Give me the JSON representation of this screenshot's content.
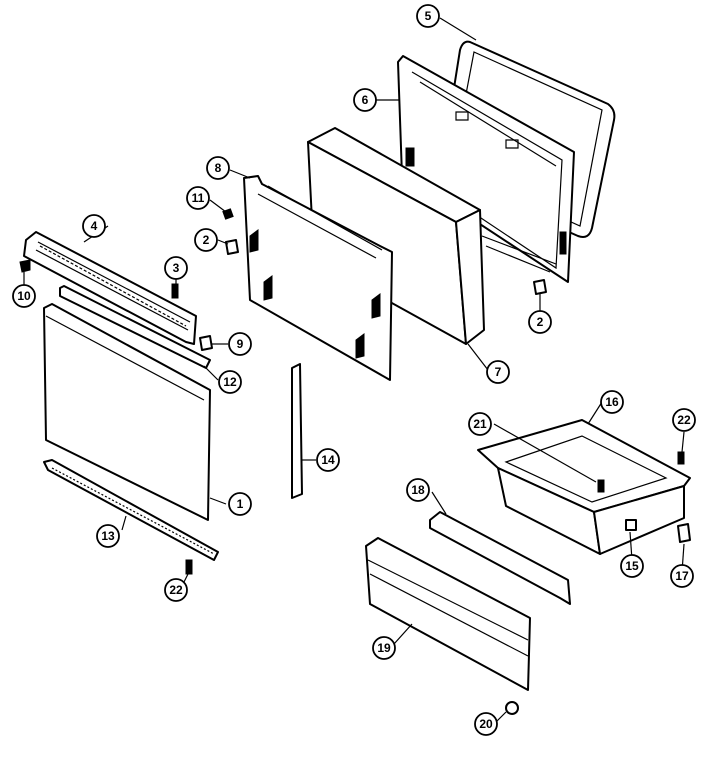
{
  "callouts": [
    {
      "id": "c5",
      "label": "5"
    },
    {
      "id": "c6",
      "label": "6"
    },
    {
      "id": "c8",
      "label": "8"
    },
    {
      "id": "c11",
      "label": "11"
    },
    {
      "id": "c2a",
      "label": "2"
    },
    {
      "id": "c4",
      "label": "4"
    },
    {
      "id": "c3",
      "label": "3"
    },
    {
      "id": "c10",
      "label": "10"
    },
    {
      "id": "c9",
      "label": "9"
    },
    {
      "id": "c12",
      "label": "12"
    },
    {
      "id": "c7",
      "label": "7"
    },
    {
      "id": "c2b",
      "label": "2"
    },
    {
      "id": "c1",
      "label": "1"
    },
    {
      "id": "c14",
      "label": "14"
    },
    {
      "id": "c13",
      "label": "13"
    },
    {
      "id": "c22a",
      "label": "22"
    },
    {
      "id": "c16",
      "label": "16"
    },
    {
      "id": "c21",
      "label": "21"
    },
    {
      "id": "c22b",
      "label": "22"
    },
    {
      "id": "c18",
      "label": "18"
    },
    {
      "id": "c15",
      "label": "15"
    },
    {
      "id": "c17",
      "label": "17"
    },
    {
      "id": "c19",
      "label": "19"
    },
    {
      "id": "c20",
      "label": "20"
    }
  ]
}
